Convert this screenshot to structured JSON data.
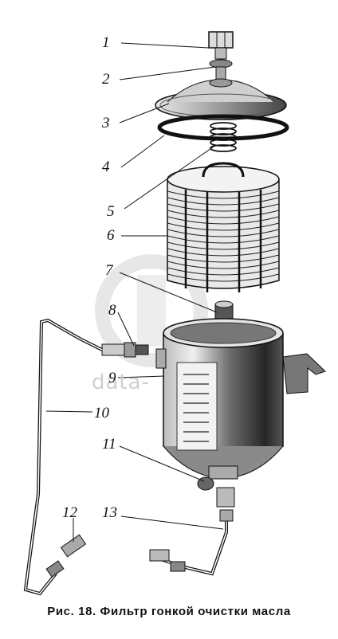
{
  "figure": {
    "caption": "Рис. 18. Фильтр гонкой очистки масла",
    "watermark": "data-",
    "callouts": [
      {
        "label": "1",
        "part": "bolt"
      },
      {
        "label": "2",
        "part": "washer"
      },
      {
        "label": "3",
        "part": "cover"
      },
      {
        "label": "4",
        "part": "gasket"
      },
      {
        "label": "5",
        "part": "spring"
      },
      {
        "label": "6",
        "part": "filter-element"
      },
      {
        "label": "7",
        "part": "center-tube"
      },
      {
        "label": "8",
        "part": "fitting"
      },
      {
        "label": "9",
        "part": "housing"
      },
      {
        "label": "10",
        "part": "oil-line"
      },
      {
        "label": "11",
        "part": "drain-plug"
      },
      {
        "label": "12",
        "part": "connector"
      },
      {
        "label": "13",
        "part": "outlet-line"
      }
    ]
  },
  "colors": {
    "ink": "#111111",
    "background": "#ffffff",
    "watermark": "#cfcfcf"
  }
}
